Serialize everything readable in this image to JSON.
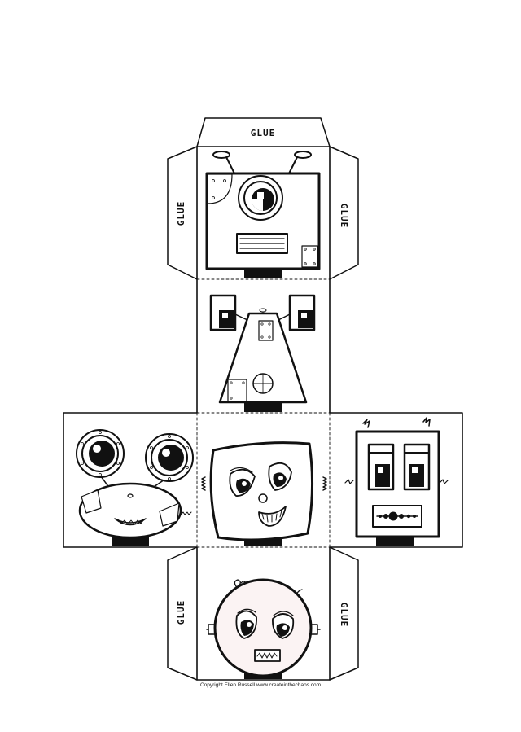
{
  "tabs": {
    "top": "GLUE",
    "upper_left": "GLUE",
    "upper_right": "GLUE",
    "lower_left": "GLUE",
    "lower_right": "GLUE"
  },
  "faces": [
    {
      "id": "tv-robot",
      "icon": "tv-robot-icon"
    },
    {
      "id": "cone-robot",
      "icon": "cone-robot-icon"
    },
    {
      "id": "alien-robot",
      "icon": "alien-robot-icon"
    },
    {
      "id": "square-face-robot",
      "icon": "square-face-robot-icon"
    },
    {
      "id": "box-robot",
      "icon": "box-robot-icon"
    },
    {
      "id": "round-robot",
      "icon": "round-robot-icon"
    }
  ],
  "footer": {
    "copyright": "Copyright Ellen Russell www.createinthechaos.com"
  }
}
